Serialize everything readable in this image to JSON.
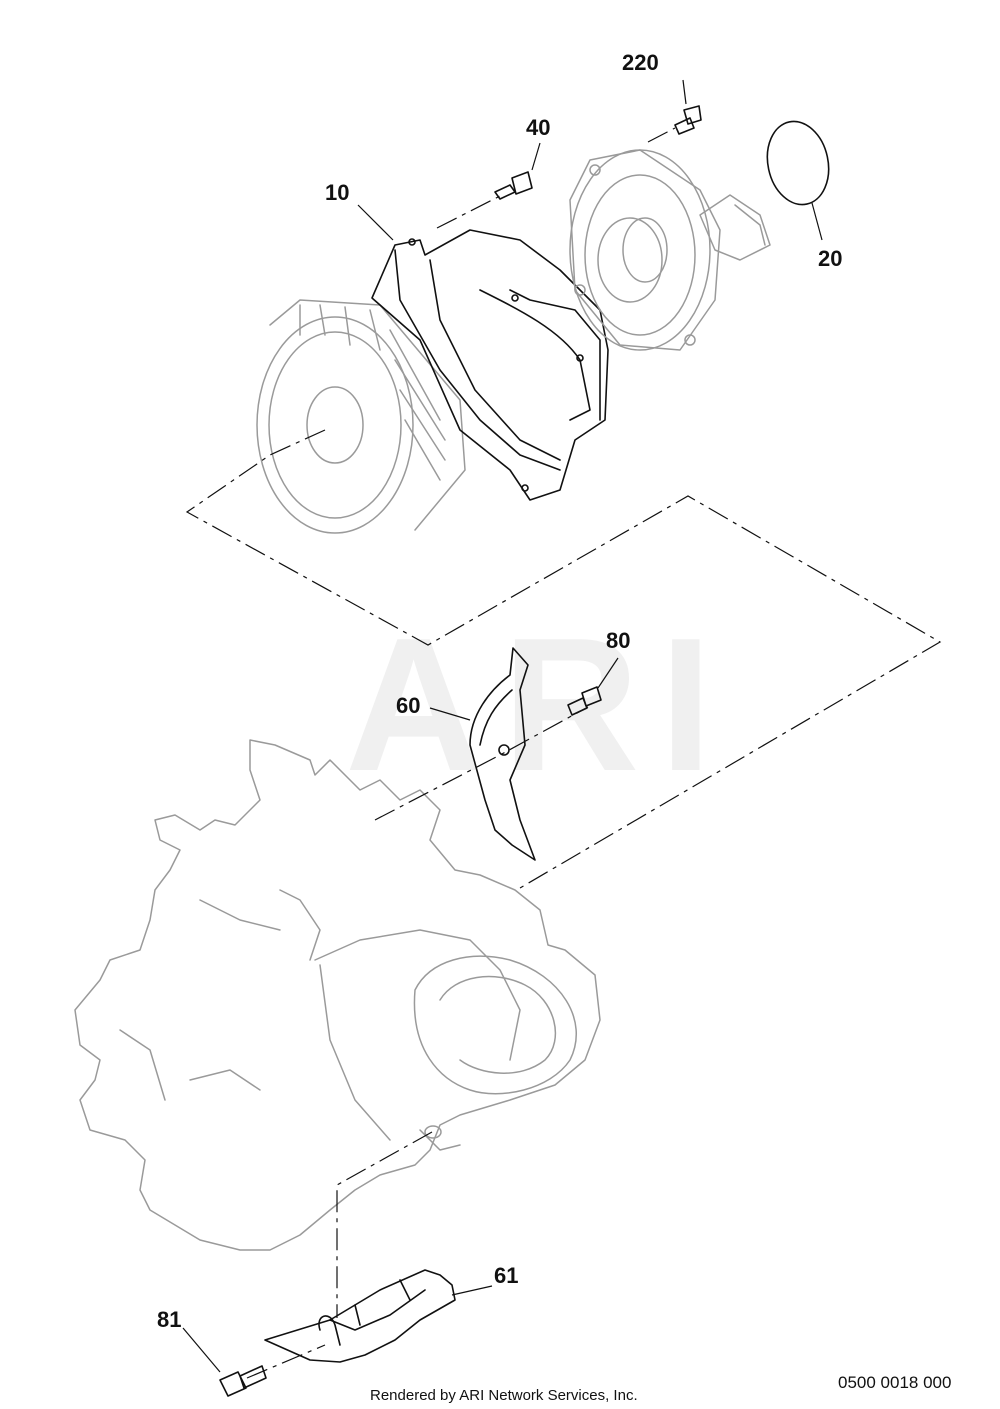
{
  "watermark": "ARI",
  "parts": [
    {
      "ref": "10"
    },
    {
      "ref": "20"
    },
    {
      "ref": "40"
    },
    {
      "ref": "60"
    },
    {
      "ref": "61"
    },
    {
      "ref": "80"
    },
    {
      "ref": "81"
    },
    {
      "ref": "220"
    }
  ],
  "footer": {
    "credit": "Rendered by ARI Network Services, Inc.",
    "diagram_code": "0500 0018 000"
  }
}
